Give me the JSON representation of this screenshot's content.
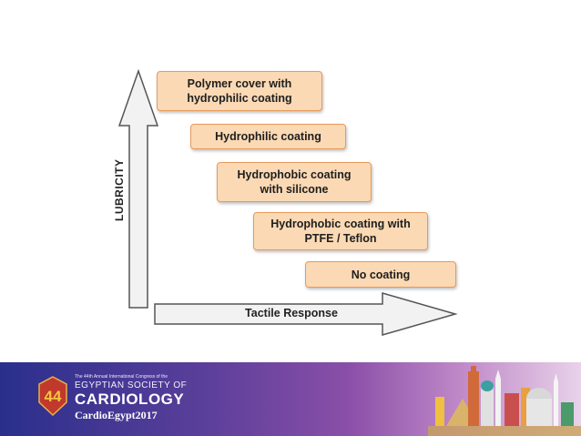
{
  "diagram": {
    "y_axis_label": "LUBRICITY",
    "x_axis_label": "Tactile Response",
    "boxes": [
      {
        "text": "Polymer cover with\nhydrophilic coating"
      },
      {
        "text": "Hydrophilic coating"
      },
      {
        "text": "Hydrophobic coating\nwith silicone"
      },
      {
        "text": "Hydrophobic coating with\nPTFE / Teflon"
      },
      {
        "text": "No coating"
      }
    ],
    "colors": {
      "box_fill": "#fbd9b4",
      "box_border": "#e89a5c",
      "arrow_fill": "#f2f2f2",
      "arrow_stroke": "#555555"
    }
  },
  "footer": {
    "congress_line": "The 44th Annual International Congress of the",
    "society_line": "EGYPTIAN SOCIETY OF",
    "title": "CARDIOLOGY",
    "website": "CardioEgypt2017",
    "logo_number": "44",
    "colors": {
      "gradient_start": "#2a2f8c",
      "gradient_end": "#e8d2ea",
      "logo_red": "#c0392b"
    }
  }
}
